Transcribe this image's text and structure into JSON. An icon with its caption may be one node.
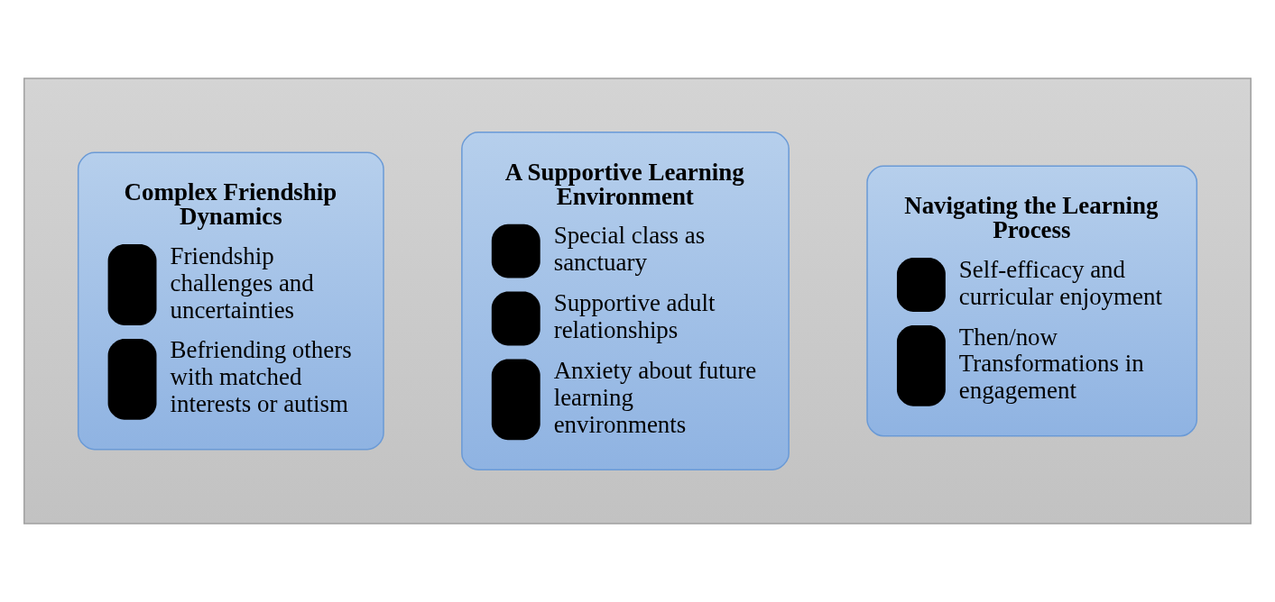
{
  "diagram": {
    "nodes": [
      {
        "text": [],
        "shape": "box"
      },
      {
        "text": [
          "Complex Friendship Dynamics",
          "Friendship challenges and uncertainties",
          "Befriending others with matched interests or autism"
        ],
        "in": 0
      },
      {
        "text": [
          "A Supportive Learning Environment",
          "Special class as sanctuary",
          "Supportive adult relationships",
          "Anxiety about future learning environments"
        ],
        "in": 0
      },
      {
        "text": [
          "Navigating the Learning Process",
          "Self-efficacy and curricular enjoyment",
          "Then/now Transformations in engagement"
        ],
        "in": 0
      }
    ],
    "edges": []
  }
}
